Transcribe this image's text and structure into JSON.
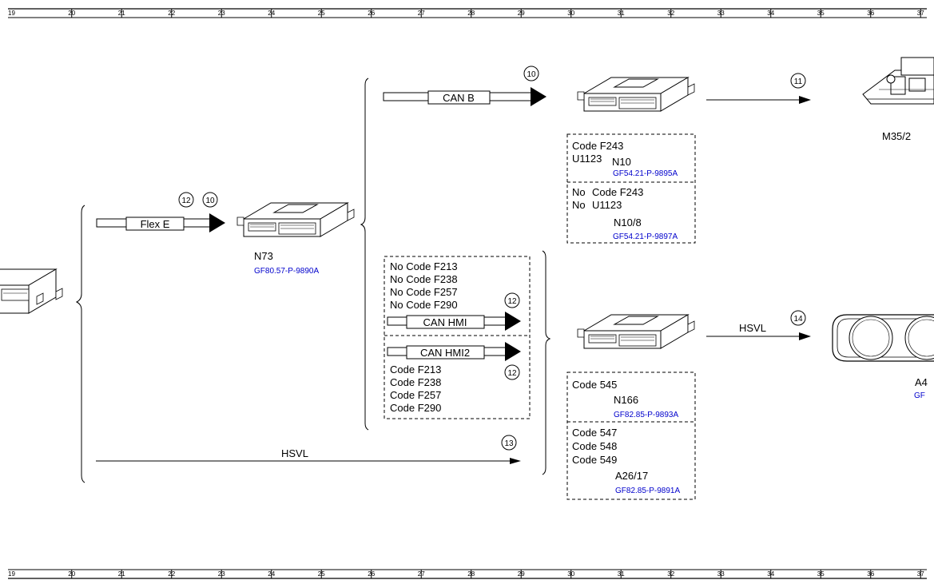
{
  "ruler": {
    "top": [
      "19",
      "20",
      "21",
      "22",
      "23",
      "24",
      "25",
      "26",
      "27",
      "28",
      "29",
      "30",
      "31",
      "32",
      "33",
      "34",
      "35",
      "36",
      "37"
    ],
    "bottom": [
      "19",
      "20",
      "21",
      "22",
      "23",
      "24",
      "25",
      "26",
      "27",
      "28",
      "29",
      "30",
      "31",
      "32",
      "33",
      "34",
      "35",
      "36",
      "37"
    ]
  },
  "buses": {
    "flex_e": "Flex E",
    "can_b": "CAN B",
    "can_hmi": "CAN HMI",
    "can_hmi2": "CAN HMI2",
    "hsvl_main": "HSVL",
    "hsvl_right": "HSVL"
  },
  "circles": {
    "c12_flex": "12",
    "c10_flex": "10",
    "c10_canb": "10",
    "c11": "11",
    "c12_hmi": "12",
    "c12_hmi2": "12",
    "c13": "13",
    "c14": "14"
  },
  "modules": {
    "n73": {
      "label": "N73",
      "ref": "GF80.57-P-9890A"
    },
    "m35_2": {
      "label": "M35/2"
    },
    "a4": {
      "label": "A4",
      "ref": "GF"
    }
  },
  "boxes": {
    "n10": {
      "lines": [
        "Code F243",
        "U1123"
      ],
      "label": "N10",
      "ref": "GF54.21-P-9895A"
    },
    "n10_8": {
      "no1": "No",
      "code1": "Code F243",
      "no2": "No",
      "code2": "U1123",
      "label": "N10/8",
      "ref": "GF54.21-P-9897A"
    },
    "hmi_no": [
      "No Code F213",
      "No Code F238",
      "No Code F257",
      "No Code F290"
    ],
    "hmi_yes": [
      "Code F213",
      "Code F238",
      "Code F257",
      "Code F290"
    ],
    "n166": {
      "line": "Code 545",
      "label": "N166",
      "ref": "GF82.85-P-9893A"
    },
    "a26_17": {
      "lines": [
        "Code 547",
        "Code 548",
        "Code 549"
      ],
      "label": "A26/17",
      "ref": "GF82.85-P-9891A"
    }
  }
}
